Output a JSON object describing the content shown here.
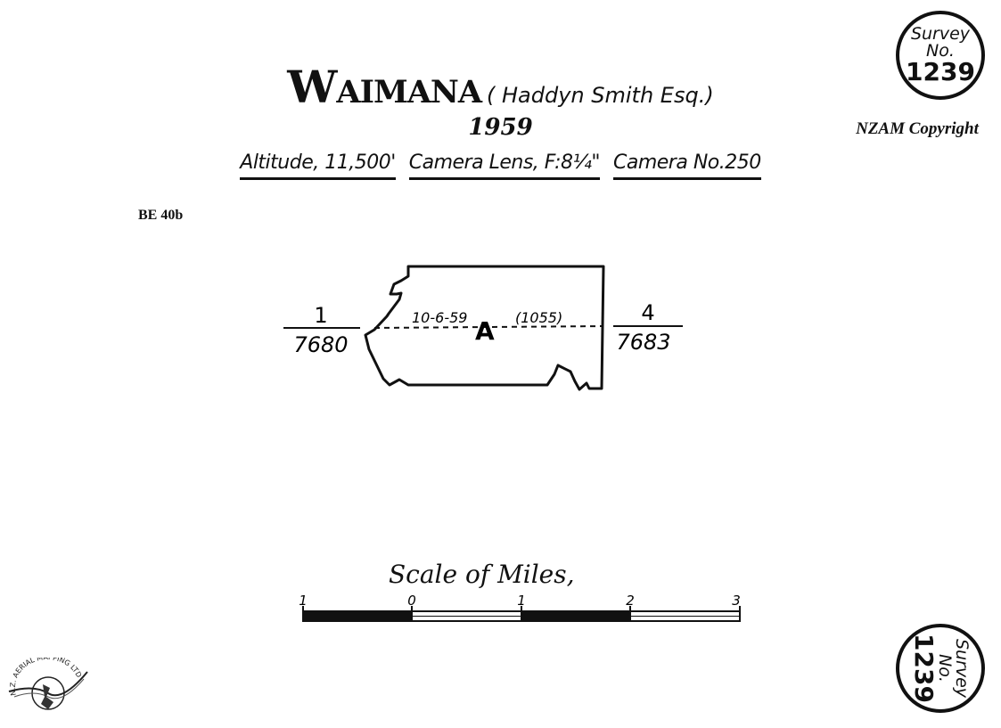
{
  "header": {
    "title": "Waimana",
    "owner": "( Haddyn Smith Esq.)",
    "year": "1959",
    "specs": [
      "Altitude, 11,500'",
      "Camera Lens, F:8¼\"",
      "Camera No.250"
    ]
  },
  "copyright": "NZAM Copyright",
  "reference": "BE 40b",
  "stamp": {
    "line1": "Survey",
    "line2": "No.",
    "number": "1239"
  },
  "flight_plan": {
    "run_label": "A",
    "date": "10-6-59",
    "run_ref": "(1055)",
    "left_frame": {
      "run": "1",
      "frame": "7680"
    },
    "right_frame": {
      "run": "4",
      "frame": "7683"
    }
  },
  "scale": {
    "title": "Scale of Miles,",
    "labels": [
      "1",
      "0",
      "1",
      "2",
      "3"
    ]
  },
  "logo_text": "N.Z. AERIAL MAPPING LTD"
}
